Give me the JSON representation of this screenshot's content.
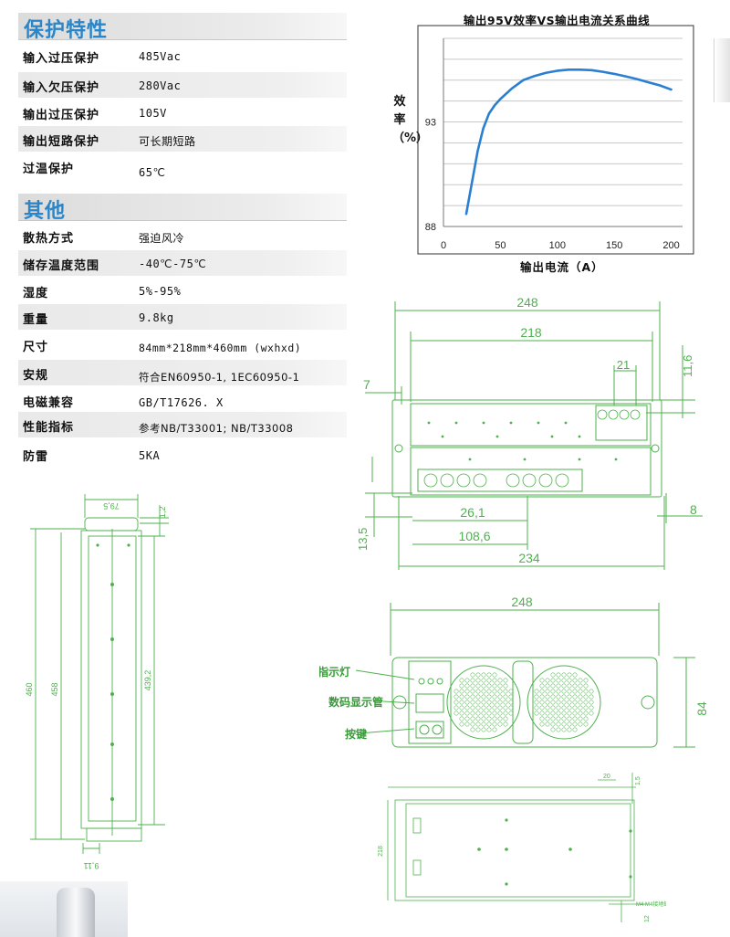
{
  "sections": {
    "protection_title": "保护特性",
    "other_title": "其他"
  },
  "protection": [
    {
      "label": "输入过压保护",
      "value": "485Vac"
    },
    {
      "label": "输入欠压保护",
      "value": "280Vac"
    },
    {
      "label": "输出过压保护",
      "value": "105V"
    },
    {
      "label": "输出短路保护",
      "value": "可长期短路"
    },
    {
      "label": "过温保护",
      "value": "65℃"
    }
  ],
  "other": [
    {
      "label": "散热方式",
      "value": "强迫风冷"
    },
    {
      "label": "储存温度范围",
      "value": "-40℃-75℃"
    },
    {
      "label": "湿度",
      "value": "5%-95%"
    },
    {
      "label": "重量",
      "value": "9.8kg"
    },
    {
      "label": "尺寸",
      "value": "84mm*218mm*460mm (wxhxd)"
    },
    {
      "label": "安规",
      "value": "符合EN60950-1, 1EC60950-1"
    },
    {
      "label": "电磁兼容",
      "value": "GB/T17626. X"
    },
    {
      "label": "性能指标",
      "value": "参考NB/T33001; NB/T33008"
    },
    {
      "label": "防雷",
      "value": "5KA"
    }
  ],
  "chart_data": {
    "type": "line",
    "title": "输出95V效率VS输出电流关系曲线",
    "xlabel": "输出电流（A）",
    "ylabel": "效率（%）",
    "xlim": [
      0,
      210
    ],
    "ylim": [
      88,
      97
    ],
    "x_ticks": [
      0,
      50,
      100,
      150,
      200
    ],
    "y_ticks": [
      88,
      93
    ],
    "grid": true,
    "series": [
      {
        "color": "#2b7fd1",
        "x": [
          20,
          25,
          30,
          35,
          40,
          45,
          50,
          60,
          70,
          80,
          90,
          100,
          110,
          120,
          130,
          140,
          150,
          160,
          170,
          180,
          190,
          200
        ],
        "y": [
          88.6,
          90.1,
          91.6,
          92.7,
          93.4,
          93.8,
          94.1,
          94.6,
          95.0,
          95.2,
          95.35,
          95.45,
          95.5,
          95.5,
          95.48,
          95.4,
          95.3,
          95.18,
          95.05,
          94.9,
          94.75,
          94.55
        ]
      }
    ]
  },
  "front_drawing": {
    "dims": [
      "248",
      "218",
      "21",
      "11,6",
      "7",
      "8",
      "13,5",
      "26,1",
      "108,6",
      "234"
    ]
  },
  "panel_drawing": {
    "width_dim": "248",
    "height_dim": "84",
    "callouts": [
      "指示灯",
      "数码显示管",
      "按键"
    ]
  },
  "side_drawing": {
    "dims": [
      "79,5",
      "1,2",
      "460",
      "458",
      "439,2",
      "9,11"
    ]
  },
  "top_drawing": {
    "dims": [
      "20",
      "1,5",
      "218",
      "M4",
      "12"
    ],
    "note": "M4接地螺钉"
  }
}
